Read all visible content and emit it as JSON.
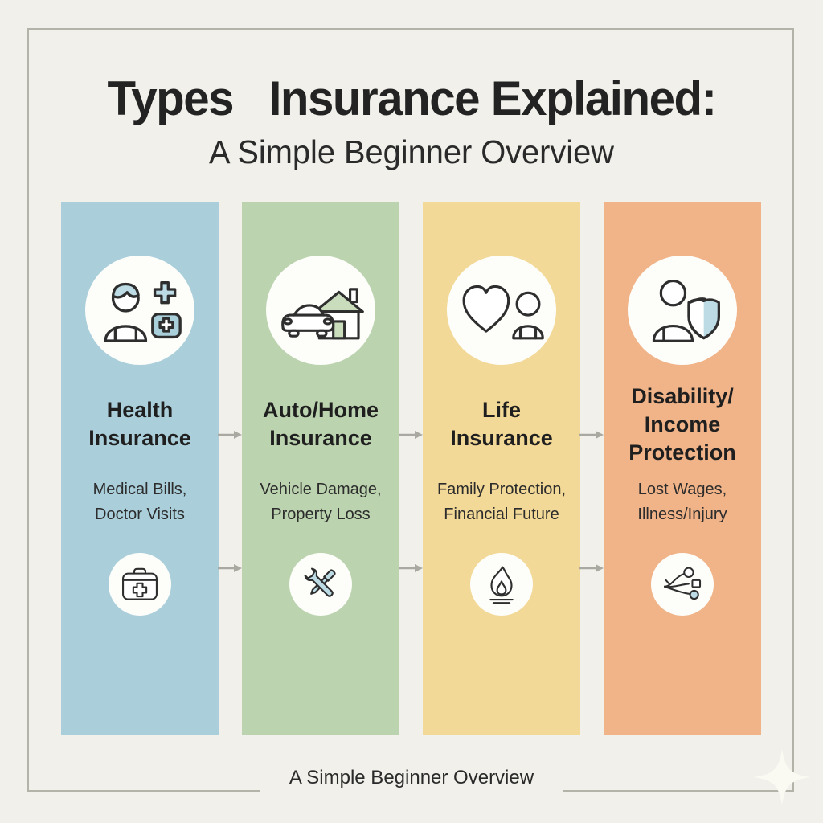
{
  "infographic": {
    "title": "Types   Insurance Explained:",
    "subtitle": "A Simple Beginner Overview",
    "footer": "A Simple Beginner Overview"
  },
  "palette": {
    "background": "#f1f0ea",
    "frame_border": "#b3b3aa",
    "title_text": "#232323",
    "arrow": "#a9a9a1",
    "circle_fill": "#fdfdfa",
    "icon_outline": "#2e2e2e",
    "accent_blue": "#bcdbe4",
    "accent_green": "#c9dcbc",
    "sparkle": "#fbfaf2"
  },
  "columns": [
    {
      "name": "health-insurance",
      "color": "#aacfdb",
      "title": "Health\nInsurance",
      "description": "Medical Bills,\nDoctor Visits",
      "top_icon": "person-medical-cross-icon",
      "bottom_icon": "first-aid-kit-icon"
    },
    {
      "name": "auto-home-insurance",
      "color": "#bbd3ae",
      "title": "Auto/Home\nInsurance",
      "description": "Vehicle Damage,\nProperty Loss",
      "top_icon": "car-house-icon",
      "bottom_icon": "crossed-tools-icon"
    },
    {
      "name": "life-insurance",
      "color": "#f3d997",
      "title": "Life\nInsurance",
      "description": "Family Protection,\nFinancial Future",
      "top_icon": "heart-person-icon",
      "bottom_icon": "flame-icon"
    },
    {
      "name": "disability-income-protection",
      "color": "#f1b489",
      "title": "Disability/\nIncome\nProtection",
      "description": "Lost Wages,\nIllness/Injury",
      "top_icon": "person-shield-icon",
      "bottom_icon": "branch-network-icon"
    }
  ]
}
